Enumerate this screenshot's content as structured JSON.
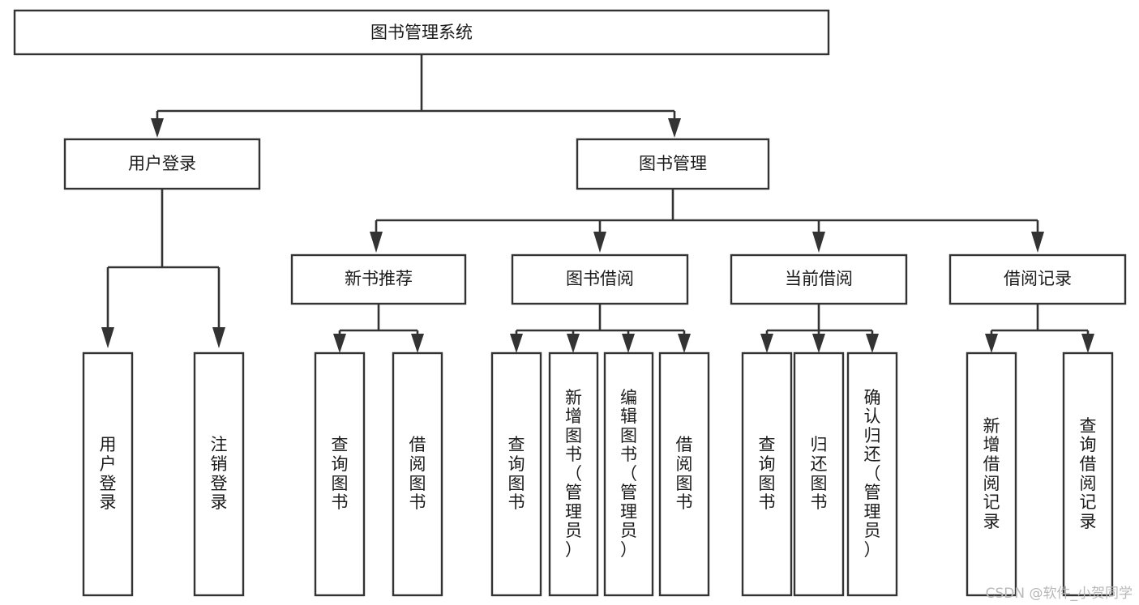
{
  "diagram": {
    "title": "图书管理系统",
    "type": "hierarchy-tree",
    "background_color": "#ffffff",
    "line_color": "#333333",
    "box_fill": "#ffffff",
    "text_color": "#1b1b1b",
    "root": {
      "id": "root",
      "label": "图书管理系统",
      "orientation": "horizontal"
    },
    "level2": [
      {
        "id": "user-login",
        "label": "用户登录",
        "orientation": "horizontal"
      },
      {
        "id": "book-management",
        "label": "图书管理",
        "orientation": "horizontal"
      }
    ],
    "level3": [
      {
        "id": "new-book-recommend",
        "label": "新书推荐",
        "orientation": "horizontal"
      },
      {
        "id": "book-borrow",
        "label": "图书借阅",
        "orientation": "horizontal"
      },
      {
        "id": "current-borrow",
        "label": "当前借阅",
        "orientation": "horizontal"
      },
      {
        "id": "borrow-record",
        "label": "借阅记录",
        "orientation": "horizontal"
      }
    ],
    "leaves": {
      "user-login": [
        {
          "id": "leaf-user-login",
          "label": "用户登录",
          "chars": [
            "用",
            "户",
            "登",
            "录"
          ]
        },
        {
          "id": "leaf-logout",
          "label": "注销登录",
          "chars": [
            "注",
            "销",
            "登",
            "录"
          ]
        }
      ],
      "new-book-recommend": [
        {
          "id": "leaf-query-book-1",
          "label": "查询图书",
          "chars": [
            "查",
            "询",
            "图",
            "书"
          ]
        },
        {
          "id": "leaf-borrow-book-1",
          "label": "借阅图书",
          "chars": [
            "借",
            "阅",
            "图",
            "书"
          ]
        }
      ],
      "book-borrow": [
        {
          "id": "leaf-query-book-2",
          "label": "查询图书",
          "chars": [
            "查",
            "询",
            "图",
            "书"
          ]
        },
        {
          "id": "leaf-add-book",
          "label": "新增图书（管理员）",
          "chars": [
            "新",
            "增",
            "图",
            "书",
            "（",
            "管",
            "理",
            "员",
            "）"
          ]
        },
        {
          "id": "leaf-edit-book",
          "label": "编辑图书（管理员）",
          "chars": [
            "编",
            "辑",
            "图",
            "书",
            "（",
            "管",
            "理",
            "员",
            "）"
          ]
        },
        {
          "id": "leaf-borrow-book-2",
          "label": "借阅图书",
          "chars": [
            "借",
            "阅",
            "图",
            "书"
          ]
        }
      ],
      "current-borrow": [
        {
          "id": "leaf-query-book-3",
          "label": "查询图书",
          "chars": [
            "查",
            "询",
            "图",
            "书"
          ]
        },
        {
          "id": "leaf-return-book",
          "label": "归还图书",
          "chars": [
            "归",
            "还",
            "图",
            "书"
          ]
        },
        {
          "id": "leaf-confirm-return",
          "label": "确认归还（管理员）",
          "chars": [
            "确",
            "认",
            "归",
            "还",
            "（",
            "管",
            "理",
            "员",
            "）"
          ]
        }
      ],
      "borrow-record": [
        {
          "id": "leaf-add-record",
          "label": "新增借阅记录",
          "chars": [
            "新",
            "增",
            "借",
            "阅",
            "记",
            "录"
          ]
        },
        {
          "id": "leaf-query-record",
          "label": "查询借阅记录",
          "chars": [
            "查",
            "询",
            "借",
            "阅",
            "记",
            "录"
          ]
        }
      ]
    }
  },
  "watermark": {
    "text": "CSDN @软件_小贺同学"
  }
}
